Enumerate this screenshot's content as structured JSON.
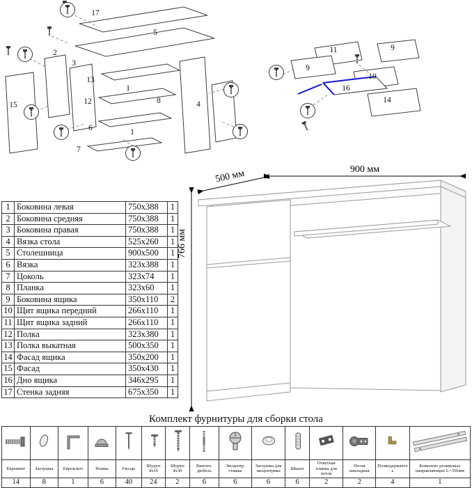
{
  "parts_table": {
    "rows": [
      [
        "1",
        "Боковина левая",
        "750x388",
        "1"
      ],
      [
        "2",
        "Боковина средняя",
        "750x388",
        "1"
      ],
      [
        "3",
        "Боковина правая",
        "750x388",
        "1"
      ],
      [
        "4",
        "Вязка стола",
        "525x260",
        "1"
      ],
      [
        "5",
        "Столешница",
        "900x500",
        "1"
      ],
      [
        "6",
        "Вязка",
        "323x388",
        "1"
      ],
      [
        "7",
        "Цоколь",
        "323x74",
        "1"
      ],
      [
        "8",
        "Планка",
        "323x60",
        "1"
      ],
      [
        "9",
        "Боковина ящика",
        "350x110",
        "2"
      ],
      [
        "10",
        "Щит ящика передний",
        "266x110",
        "1"
      ],
      [
        "11",
        "Щит ящика задний",
        "266x110",
        "1"
      ],
      [
        "12",
        "Полка",
        "323x380",
        "1"
      ],
      [
        "13",
        "Полка выкатная",
        "500x350",
        "1"
      ],
      [
        "14",
        "Фасад ящика",
        "350x200",
        "1"
      ],
      [
        "15",
        "Фасад",
        "350x430",
        "1"
      ],
      [
        "16",
        "Дно ящика",
        "346x295",
        "1"
      ],
      [
        "17",
        "Стенка задняя",
        "675x350",
        "1"
      ]
    ]
  },
  "exploded_main": {
    "labels": [
      "17",
      "5",
      "2",
      "3",
      "13",
      "12",
      "6",
      "7",
      "15",
      "1",
      "1",
      "4",
      "8"
    ]
  },
  "exploded_drawer": {
    "labels": [
      "11",
      "9",
      "9",
      "10",
      "16",
      "14"
    ]
  },
  "desk_view": {
    "width_label": "900 мм",
    "depth_label": "500 мм",
    "height_label": "766 мм",
    "highlight_color": "#1515cc"
  },
  "hardware": {
    "title": "Комплект фурнитуры для сборки стола",
    "items": [
      {
        "name": "Евровинт",
        "qty": "14"
      },
      {
        "name": "Заглушка",
        "qty": "8"
      },
      {
        "name": "Евроключ",
        "qty": "1"
      },
      {
        "name": "Ножка",
        "qty": "6"
      },
      {
        "name": "Гвоздь",
        "qty": "40"
      },
      {
        "name": "Шуруп 4x16",
        "qty": "24"
      },
      {
        "name": "Шуруп 4x30",
        "qty": "2"
      },
      {
        "name": "Винтич. дюбель",
        "qty": "6"
      },
      {
        "name": "Эксцентр. стяжка",
        "qty": "6"
      },
      {
        "name": "Заглушка для эксцентрика",
        "qty": "6"
      },
      {
        "name": "Шкант",
        "qty": "6"
      },
      {
        "name": "Ответная планка для петли",
        "qty": "2"
      },
      {
        "name": "Петля накладная",
        "qty": "2"
      },
      {
        "name": "Полкодержатель",
        "qty": "4"
      },
      {
        "name": "Комплект роликовых направляющих L=350мм",
        "qty": "1"
      }
    ]
  }
}
